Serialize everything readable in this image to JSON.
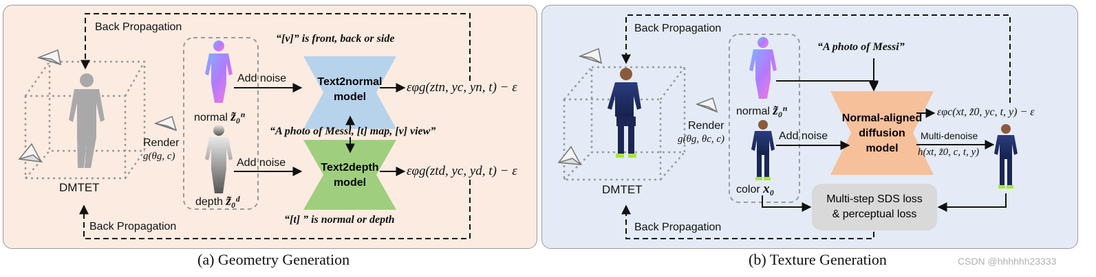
{
  "geometry": {
    "caption": "(a) Geometry Generation",
    "back_prop_top": "Back Propagation",
    "back_prop_bottom": "Back Propagation",
    "prompt_view": "“[v]” is front, back or side",
    "prompt_main": "“A photo of Messi, [t] map, [v] view”",
    "prompt_type": "“[t] ” is normal or depth",
    "add_noise_top": "Add noise",
    "add_noise_bottom": "Add noise",
    "normal_label": "normal",
    "normal_sym": "z̃₀ⁿ",
    "depth_label": "depth",
    "depth_sym": "z̃₀ᵈ",
    "render_label": "Render",
    "render_func": "g(θg, c)",
    "dmtet": "DMTET",
    "model_normal": [
      "Text2normal",
      "model"
    ],
    "model_depth": [
      "Text2depth",
      "model"
    ],
    "eq_normal": "εφg(ztn, yc, yn, t) − ε",
    "eq_depth": "εφg(ztd, yc, yd, t) − ε"
  },
  "texture": {
    "caption": "(b) Texture Generation",
    "back_prop_top": "Back Propagation",
    "back_prop_bottom": "Back Propagation",
    "prompt": "“A photo of Messi”",
    "add_noise": "Add noise",
    "normal_label": "normal",
    "normal_sym": "z̃₀ⁿ",
    "color_label": "color",
    "color_sym": "x₀",
    "render_label": "Render",
    "render_func": "g(θg, θc, c)",
    "dmtet": "DMTET",
    "model": [
      "Normal-aligned",
      "diffusion",
      "model"
    ],
    "eq_sds": "εφc(xt, z̃0, yc, t, y) − ε",
    "multi_denoise": "Multi-denoise",
    "eq_h": "h(xt, z̃0, c, t, y)",
    "loss": [
      "Multi-step SDS loss",
      "& perceptual loss"
    ]
  },
  "watermark": "CSDN @hhhhhh23333",
  "colors": {
    "panel_a_bg": "#fcebe1",
    "panel_b_bg": "#e4ebf6",
    "text2normal": "#b7d3ec",
    "text2depth": "#9fcf7e",
    "normal_aligned": "#f6c09b",
    "loss_box": "#d9d9d9"
  }
}
